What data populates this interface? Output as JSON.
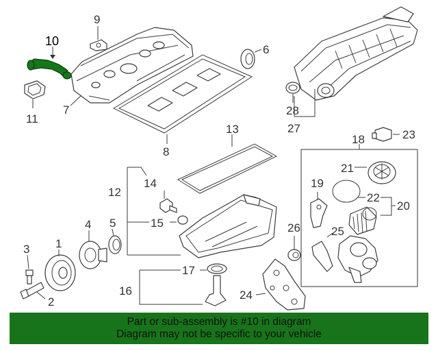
{
  "diagram": {
    "part_numbers": [
      "1",
      "2",
      "3",
      "4",
      "5",
      "6",
      "7",
      "8",
      "9",
      "10",
      "11",
      "12",
      "13",
      "14",
      "15",
      "16",
      "17",
      "18",
      "19",
      "20",
      "21",
      "22",
      "23",
      "24",
      "25",
      "26",
      "27",
      "28"
    ],
    "highlighted_part": "10"
  },
  "banner": {
    "line1": "Part or sub-assembly is #10 in diagram",
    "line2": "Diagram may not be specific to your vehicle",
    "color": "#18741a"
  }
}
